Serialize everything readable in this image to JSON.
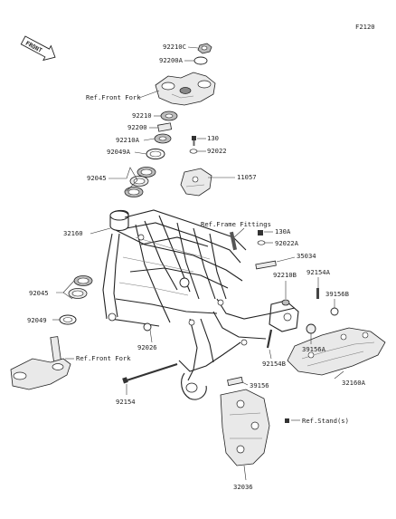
{
  "diagram_code": "F2120",
  "front_badge": "FRONT",
  "labels": {
    "p92210C": "92210C",
    "p92200A": "92200A",
    "ref_front_fork_top": "Ref.Front Fork",
    "p92210": "92210",
    "p92200": "92200",
    "p92210A": "92210A",
    "p92049A": "92049A",
    "p130": "130",
    "p92022": "92022",
    "p92045_top": "92045",
    "p11057": "11057",
    "p32160": "32160",
    "ref_frame_fittings": "Ref.Frame Fittings",
    "p130A": "130A",
    "p92022A": "92022A",
    "p35034": "35034",
    "p92045_mid": "92045",
    "p92210B": "92210B",
    "p92154A": "92154A",
    "p39156B": "39156B",
    "p92049": "92049",
    "p92026": "92026",
    "ref_front_fork_bottom": "Ref.Front Fork",
    "p39156A": "39156A",
    "p92154B": "92154B",
    "p32160A": "32160A",
    "p92154": "92154",
    "p39156": "39156",
    "ref_stand": "Ref.Stand(s)",
    "p32036": "32036"
  }
}
